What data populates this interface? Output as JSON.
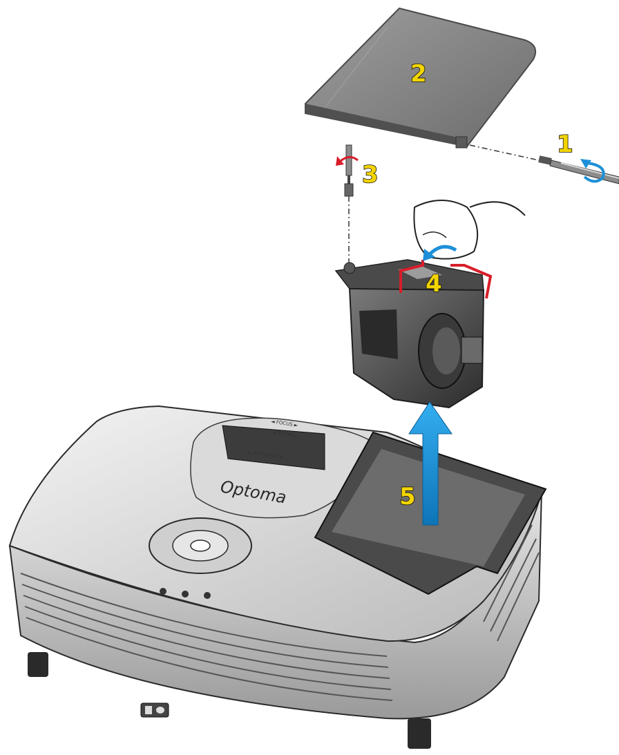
{
  "colors": {
    "step_number_fill": "#f2d400",
    "arrow_blue": "#1e90d8",
    "latch_red": "#d81e2a",
    "body_gray": "#c9c9c9",
    "dark_gray": "#3a3a3a"
  },
  "steps": [
    {
      "number": "1"
    },
    {
      "number": "2"
    },
    {
      "number": "3"
    },
    {
      "number": "4"
    },
    {
      "number": "5"
    }
  ],
  "lens_labels": {
    "focus": "◄ FOCUS ►",
    "zoom": "◄ ZOOM ►",
    "lens_shift": "◄ LENS SHIFT ►"
  },
  "brand": "Optoma",
  "icons": [
    "screwdriver-icon",
    "rotate-arrow-icon",
    "hand-icon",
    "lift-arrow-icon",
    "lock-icon"
  ]
}
